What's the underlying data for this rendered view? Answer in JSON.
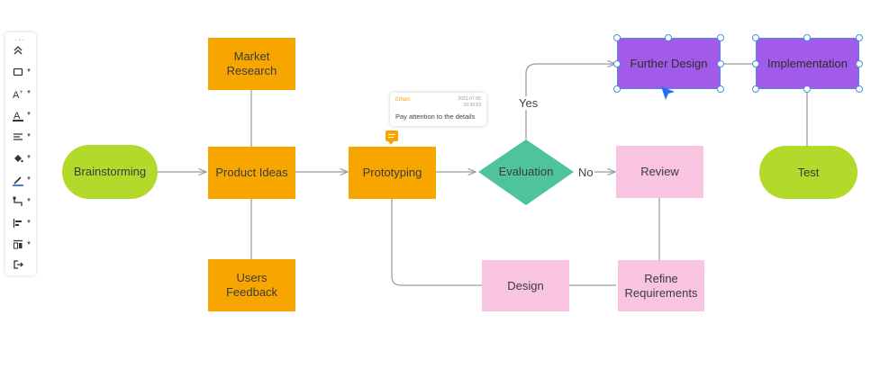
{
  "toolbar": {
    "tools": [
      {
        "icon": "collapse-icon"
      },
      {
        "icon": "rectangle-shape-icon"
      },
      {
        "icon": "font-size-icon"
      },
      {
        "icon": "text-color-icon"
      },
      {
        "icon": "text-align-icon"
      },
      {
        "icon": "fill-color-icon"
      },
      {
        "icon": "line-color-icon"
      },
      {
        "icon": "connector-style-icon"
      },
      {
        "icon": "align-objects-icon"
      },
      {
        "icon": "distribute-icon"
      },
      {
        "icon": "exit-icon"
      }
    ]
  },
  "nodes": {
    "brainstorming": "Brainstorming",
    "market_research": "Market\nResearch",
    "product_ideas": "Product Ideas",
    "users_feedback": "Users\nFeedback",
    "prototyping": "Prototyping",
    "evaluation": "Evaluation",
    "further_design": "Further Design",
    "implementation": "Implementation",
    "test": "Test",
    "review": "Review",
    "refine_requirements": "Refine\nRequirements",
    "design": "Design"
  },
  "edge_labels": {
    "yes": "Yes",
    "no": "No"
  },
  "comment": {
    "author": "Ethan:",
    "date": "2021-07-05",
    "time": "15:39:53",
    "text": "Pay attention to the details"
  },
  "colors": {
    "orange": "#f7a600",
    "pink": "#f9c4e0",
    "purple": "#a25ae8",
    "green": "#b3d92b",
    "teal": "#4fc49c",
    "selection": "#4a90e2",
    "connector": "#9a9a9a"
  }
}
